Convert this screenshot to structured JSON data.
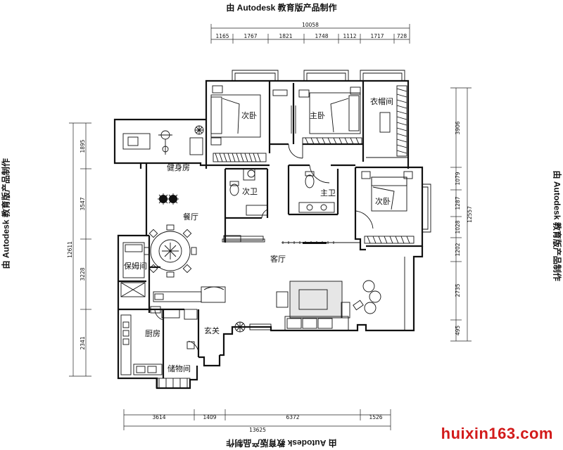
{
  "watermarks": {
    "top": "由 Autodesk 教育版产品制作",
    "bottom": "由 Autodesk 教育版产品制作",
    "left": "由 Autodesk 教育版产品制作",
    "right": "由 Autodesk 教育版产品制作"
  },
  "site_mark": "huixin163.com",
  "rooms": {
    "second_bedroom_1": "次卧",
    "master_bedroom": "主卧",
    "walk_in_closet": "衣帽间",
    "gym": "健身房",
    "second_bathroom": "次卫",
    "master_bathroom": "主卫",
    "second_bedroom_2": "次卧",
    "dining_room": "餐厅",
    "nanny_room": "保姆间",
    "living_room": "客厅",
    "kitchen": "厨房",
    "entrance": "玄关",
    "storage": "储物间"
  },
  "dimensions": {
    "top_total": "10058",
    "top_segments": [
      "1165",
      "1767",
      "1821",
      "1748",
      "1112",
      "1717",
      "728"
    ],
    "bottom_total": "13625",
    "bottom_segments": [
      "3614",
      "1409",
      "6372",
      "1526"
    ],
    "left_total": "12611",
    "left_segments": [
      "1895",
      "3547",
      "3228",
      "2341"
    ],
    "right_total": "12557",
    "right_segments": [
      "3906",
      "1079",
      "1287",
      "1028",
      "1202",
      "2735",
      "495"
    ]
  },
  "colors": {
    "line": "#111111",
    "site_mark": "#d21a1a",
    "background": "#ffffff"
  }
}
